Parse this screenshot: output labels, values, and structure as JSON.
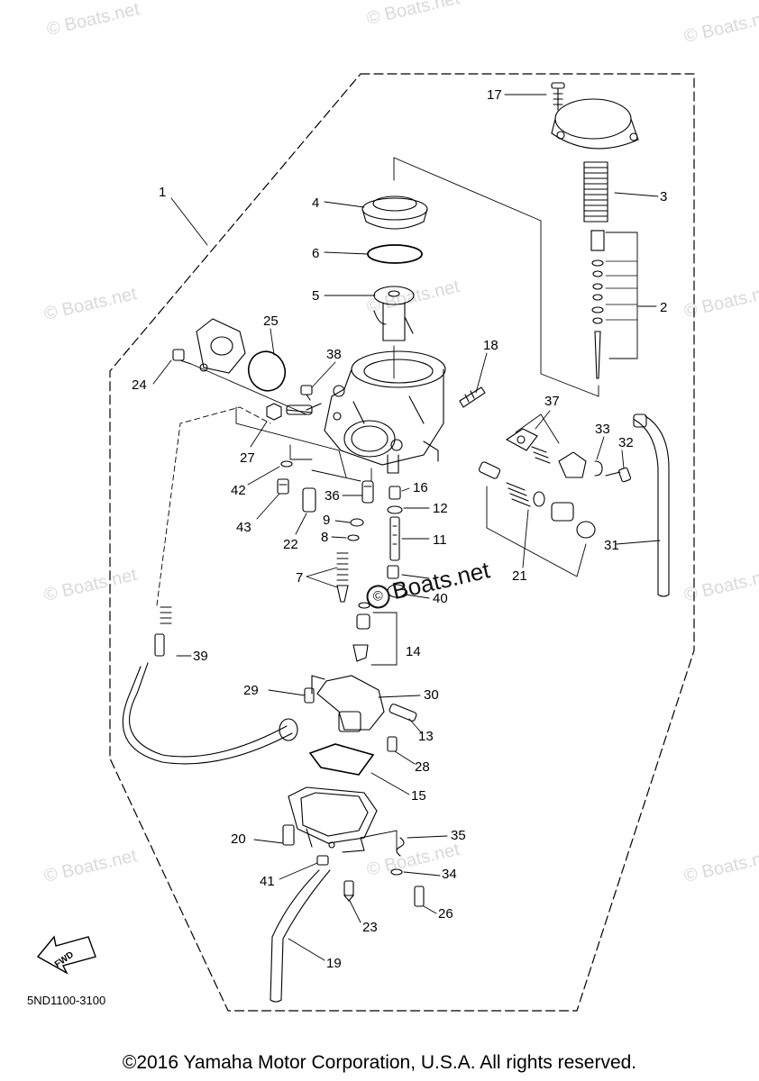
{
  "watermark": "© Boats.net",
  "watermark_center": "Boats.net",
  "part_code": "5ND1100-3100",
  "fwd_label": "FWD",
  "copyright": "©2016 Yamaha Motor Corporation, U.S.A. All rights reserved.",
  "callouts": {
    "n1": "1",
    "n2": "2",
    "n3": "3",
    "n4": "4",
    "n5": "5",
    "n6": "6",
    "n7": "7",
    "n8": "8",
    "n9": "9",
    "n11": "11",
    "n12": "12",
    "n13": "13",
    "n14": "14",
    "n15": "15",
    "n16": "16",
    "n17": "17",
    "n18": "18",
    "n19": "19",
    "n20": "20",
    "n21": "21",
    "n22": "22",
    "n23": "23",
    "n24": "24",
    "n25": "25",
    "n26": "26",
    "n27": "27",
    "n28": "28",
    "n29": "29",
    "n30": "30",
    "n31": "31",
    "n32": "32",
    "n33": "33",
    "n34": "34",
    "n35": "35",
    "n36": "36",
    "n37": "37",
    "n38": "38",
    "n39": "39",
    "n40": "40",
    "n41": "41",
    "n42": "42",
    "n43": "43"
  }
}
